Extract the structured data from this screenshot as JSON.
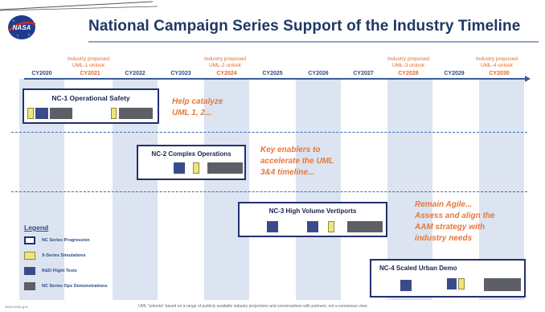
{
  "header": {
    "logo_text": "NASA",
    "title": "National Campaign Series Support of the Industry Timeline"
  },
  "timeline": {
    "years": [
      "CY2020",
      "CY2021",
      "CY2022",
      "CY2023",
      "CY2024",
      "CY2025",
      "CY2026",
      "CY2027",
      "CY2028",
      "CY2029",
      "CY2030"
    ],
    "industry_markers": [
      {
        "year": "CY2021",
        "line1": "Industry proposed",
        "line2": "UML-1 unlock"
      },
      {
        "year": "CY2024",
        "line1": "Industry proposed",
        "line2": "UML-2 unlock"
      },
      {
        "year": "CY2028",
        "line1": "Industry proposed",
        "line2": "UML-3 unlock"
      },
      {
        "year": "CY2030",
        "line1": "Industry proposed",
        "line2": "UML-4 unlock"
      }
    ]
  },
  "campaigns": [
    {
      "label": "NC-1 Operational Safety",
      "note_lines": [
        "Help catalyze",
        "UML 1, 2..."
      ]
    },
    {
      "label": "NC-2 Complex Operations",
      "note_lines": [
        "Key enablers to",
        "accelerate the UML",
        "3&4 timeline..."
      ]
    },
    {
      "label": "NC-3 High Volume Vertiports",
      "note_lines": [
        "Remain Agile...",
        "Assess and align the",
        "AAM strategy with",
        "industry needs"
      ]
    },
    {
      "label": "NC-4 Scaled Urban Demo",
      "note_lines": []
    }
  ],
  "legend": {
    "title": "Legend",
    "items": [
      {
        "label": "NC Series Progression",
        "kind": "outline"
      },
      {
        "label": "X-Series Simulations",
        "kind": "yellow"
      },
      {
        "label": "R&D Flight Tests",
        "kind": "blue"
      },
      {
        "label": "NC Series Ops Demonstrations",
        "kind": "gray"
      }
    ]
  },
  "footer": {
    "left_text": "www.nasa.gov",
    "note": "UML \"unlocks\" based on a range of publicly available industry projections and conversations with partners; not a consensus view."
  },
  "colors": {
    "title": "#1f3864",
    "note_orange": "#e8763a",
    "industry_orange": "#e26b2d",
    "year_blue": "#2e4a86",
    "column_fill": "#dbe4f0",
    "box_border": "#23306e",
    "sim_yellow": "#eee57c",
    "flight_blue": "#3b4b8a",
    "ops_gray": "#5c5f66"
  }
}
